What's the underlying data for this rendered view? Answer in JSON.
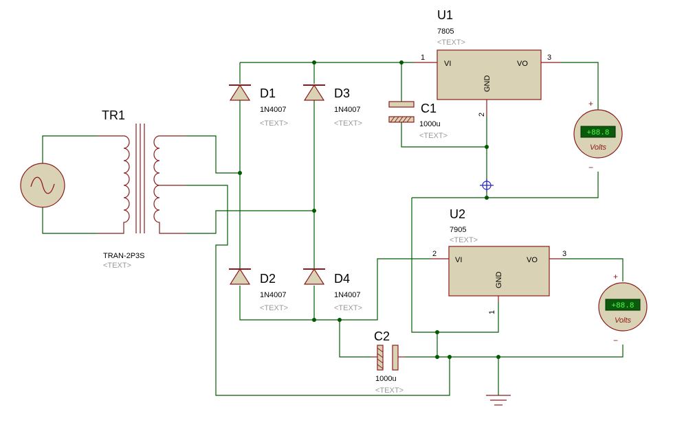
{
  "components": {
    "TR1": {
      "ref": "TR1",
      "value": "TRAN-2P3S",
      "text": "<TEXT>"
    },
    "D1": {
      "ref": "D1",
      "value": "1N4007",
      "text": "<TEXT>"
    },
    "D2": {
      "ref": "D2",
      "value": "1N4007",
      "text": "<TEXT>"
    },
    "D3": {
      "ref": "D3",
      "value": "1N4007",
      "text": "<TEXT>"
    },
    "D4": {
      "ref": "D4",
      "value": "1N4007",
      "text": "<TEXT>"
    },
    "C1": {
      "ref": "C1",
      "value": "1000u",
      "text": "<TEXT>"
    },
    "C2": {
      "ref": "C2",
      "value": "1000u",
      "text": "<TEXT>"
    },
    "U1": {
      "ref": "U1",
      "value": "7805",
      "text": "<TEXT>",
      "pin_in": "VI",
      "pin_out": "VO",
      "pin_gnd": "GND",
      "pin1": "1",
      "pin2": "2",
      "pin3": "3"
    },
    "U2": {
      "ref": "U2",
      "value": "7905",
      "text": "<TEXT>",
      "pin_in": "VI",
      "pin_out": "VO",
      "pin_gnd": "GND",
      "pin1": "1",
      "pin2": "2",
      "pin3": "3"
    },
    "VM1": {
      "display": "+88.8",
      "label": "Volts",
      "plus": "+",
      "minus": "−"
    },
    "VM2": {
      "display": "+88.8",
      "label": "Volts",
      "plus": "+",
      "minus": "−"
    }
  },
  "colors": {
    "wire": "#005a00",
    "pin": "#8b1a1a",
    "body": "#d9d2b4",
    "display_bg": "#0c5a0c",
    "display_text": "#4cff4c",
    "probe": "#2020d0"
  }
}
